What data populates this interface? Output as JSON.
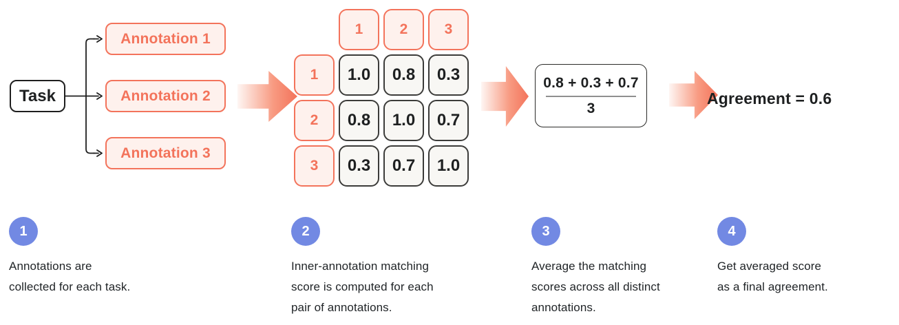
{
  "flow": {
    "task_label": "Task",
    "annotations": [
      "Annotation 1",
      "Annotation 2",
      "Annotation 3"
    ],
    "matrix": {
      "col_headers": [
        "1",
        "2",
        "3"
      ],
      "row_headers": [
        "1",
        "2",
        "3"
      ],
      "rows": [
        [
          "1.0",
          "0.8",
          "0.3"
        ],
        [
          "0.8",
          "1.0",
          "0.7"
        ],
        [
          "0.3",
          "0.7",
          "1.0"
        ]
      ]
    },
    "fraction": {
      "numerator": "0.8 + 0.3 + 0.7",
      "denominator": "3"
    },
    "result_label": "Agreement = 0.6"
  },
  "steps": [
    {
      "number": "1",
      "text": "Annotations are\ncollected for each task."
    },
    {
      "number": "2",
      "text": "Inner-annotation matching\nscore is computed for each\npair of annotations."
    },
    {
      "number": "3",
      "text": "Average the matching\nscores across all distinct\nannotations."
    },
    {
      "number": "4",
      "text": "Get averaged score\nas a final agreement."
    }
  ],
  "colors": {
    "coral": "#f3735b",
    "coral_light_fill": "#fef1ed",
    "cell_fill": "#f8f7f4",
    "dark": "#1e2021",
    "step_badge_purple": "#7289e3"
  }
}
